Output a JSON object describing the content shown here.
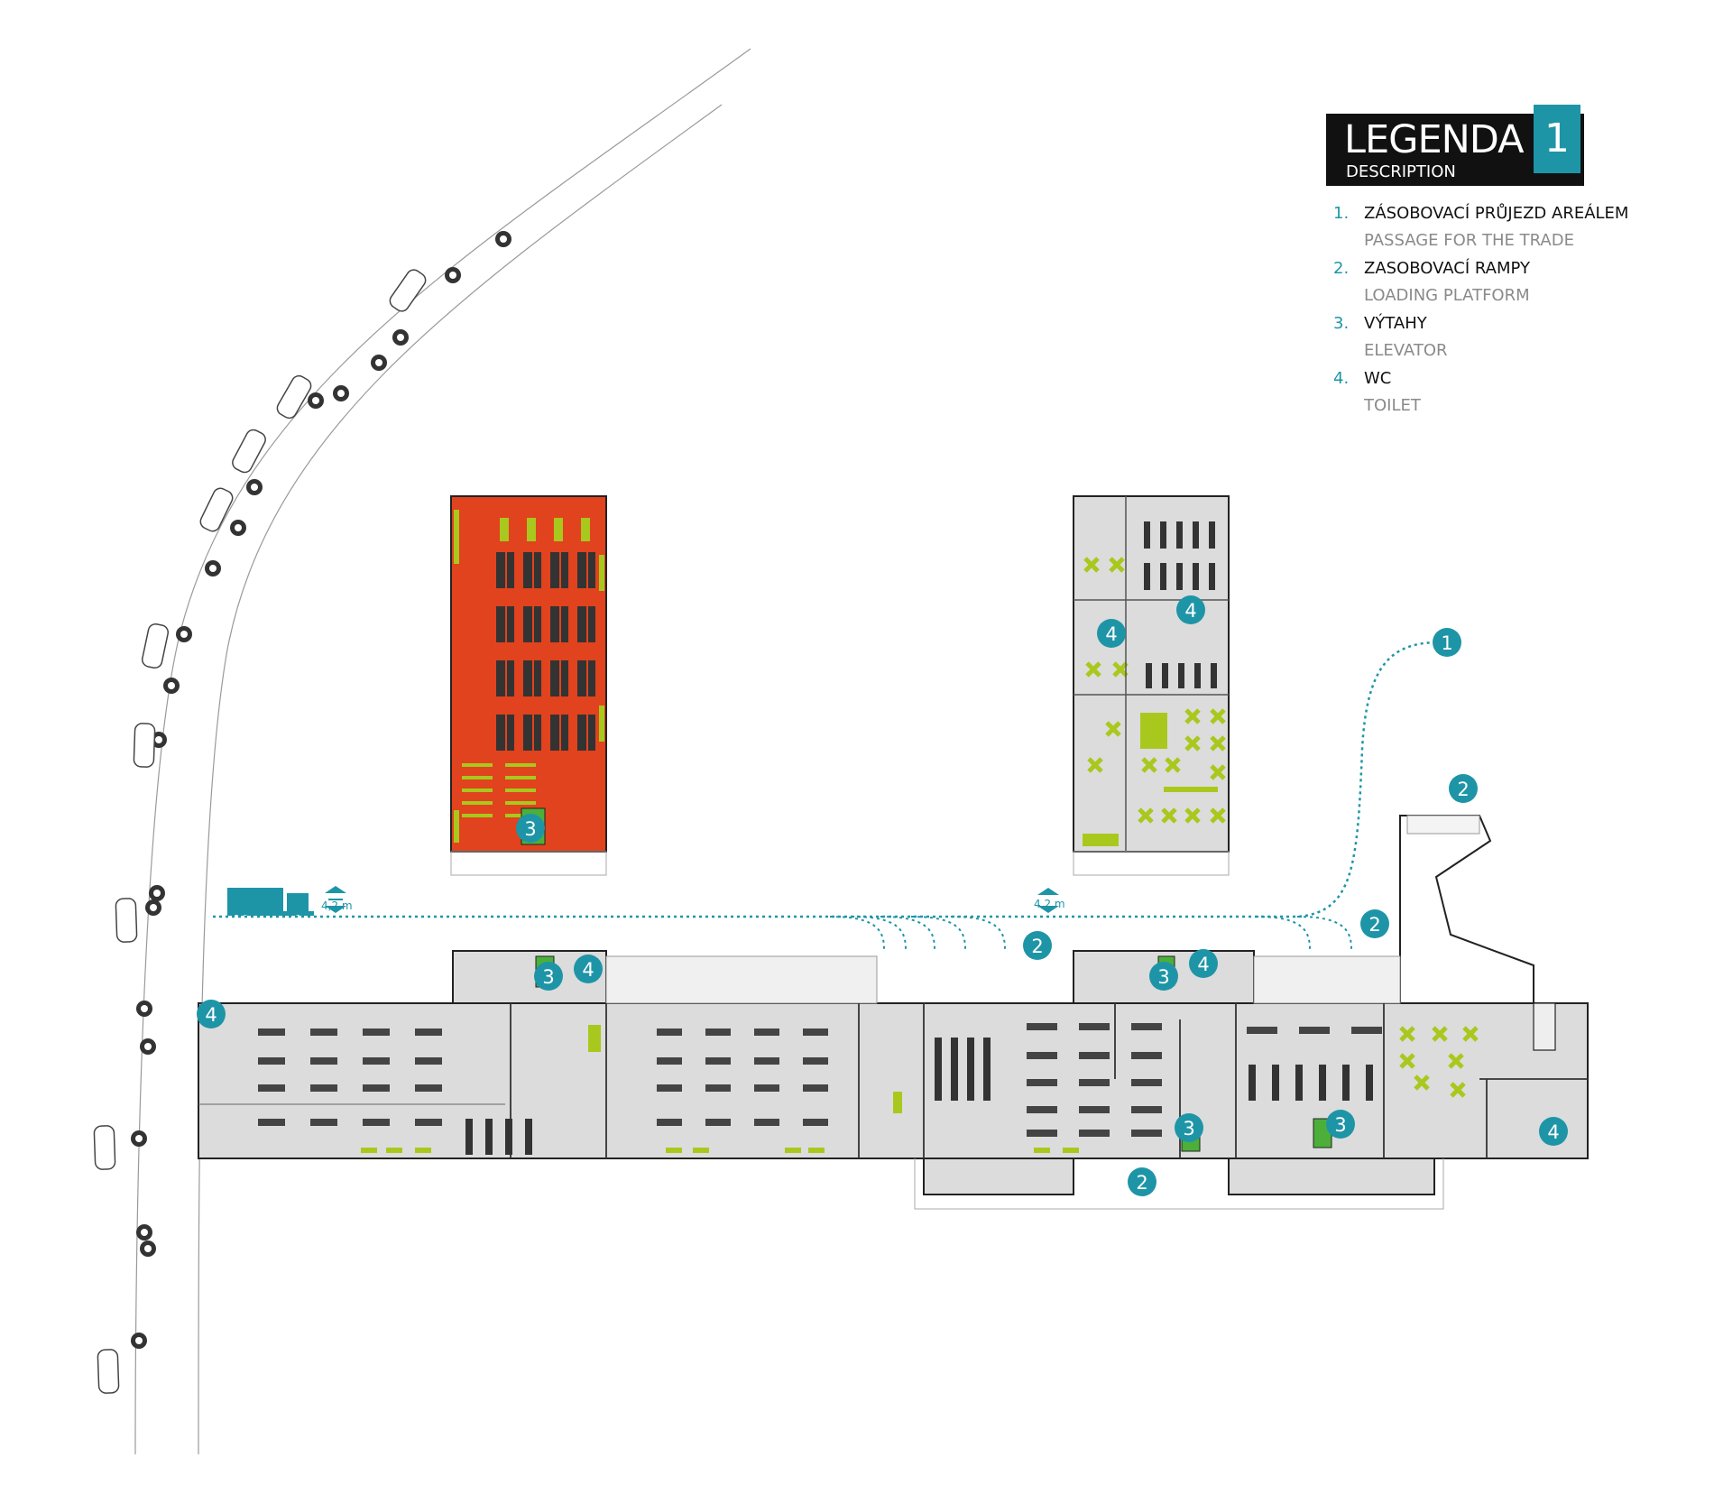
{
  "legend": {
    "title": "LEGENDA",
    "subtitle": "DESCRIPTION",
    "number": "1",
    "items": [
      {
        "num": "1.",
        "cz": "ZÁSOBOVACÍ PRŮJEZD AREÁLEM",
        "en": "PASSAGE FOR THE TRADE"
      },
      {
        "num": "2.",
        "cz": "ZASOBOVACÍ RAMPY",
        "en": "LOADING PLATFORM"
      },
      {
        "num": "3.",
        "cz": "VÝTAHY",
        "en": "ELEVATOR"
      },
      {
        "num": "4.",
        "cz": "WC",
        "en": "TOILET"
      }
    ]
  },
  "markers": {
    "m1": "1",
    "m2": "2",
    "m3": "3",
    "m4": "4"
  },
  "dimensions": {
    "clearance_left": "4,2 m",
    "clearance_right": "4,2 m"
  },
  "colors": {
    "accent": "#1e95a7",
    "highlight_building": "#e0431d",
    "building_fill": "#dcdcdc",
    "furniture_green": "#a9c81e",
    "elevator_green": "#4caf3a",
    "legend_bg": "#111111"
  }
}
